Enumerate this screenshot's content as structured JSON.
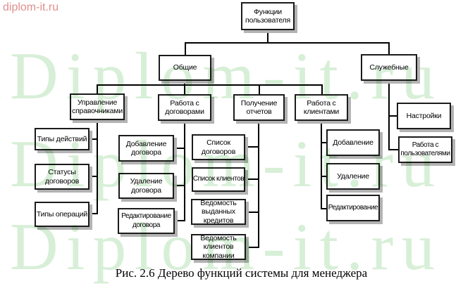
{
  "watermark": {
    "small": "diplom-it.ru",
    "large": "Diplom-it.ru"
  },
  "nodes": {
    "root": "Функции пользователя",
    "general": "Общие",
    "service": "Служебные",
    "manage_refs": "Управление справочниками",
    "contracts": "Работа с договорами",
    "reports": "Получение отчетов",
    "clients": "Работа с клиентами",
    "action_types": "Типы действий",
    "contract_statuses": "Статусы договоров",
    "operation_types": "Типы операций",
    "add_contract": "Добавление договора",
    "delete_contract": "Удаление договора",
    "edit_contract": "Редактирование договора",
    "contract_list": "Список договоров",
    "client_list": "Список клиентов",
    "issued_credits_report": "Ведомость выданных кредитов",
    "company_clients_report": "Ведомость клиентов компании",
    "add_client": "Добавление",
    "delete_client": "Удаление",
    "edit_client": "Редактирование",
    "settings": "Настройки",
    "users": "Работа с пользователями"
  },
  "hierarchy": {
    "root": [
      "general",
      "service"
    ],
    "general": [
      "manage_refs",
      "contracts",
      "reports",
      "clients"
    ],
    "manage_refs": [
      "action_types",
      "contract_statuses",
      "operation_types"
    ],
    "contracts": [
      "add_contract",
      "delete_contract",
      "edit_contract"
    ],
    "reports": [
      "contract_list",
      "client_list",
      "issued_credits_report",
      "company_clients_report"
    ],
    "clients": [
      "add_client",
      "delete_client",
      "edit_client"
    ],
    "service": [
      "settings",
      "users"
    ]
  },
  "caption": "Рис. 2.6 Дерево функций системы для менеджера",
  "colors": {
    "watermark_green": "#d7efd7",
    "watermark_red": "#e08e8e",
    "line": "#000000",
    "box_border": "#1b1b1b",
    "box_shadow_color": "#b3b3b3",
    "bg": "#ffffff"
  }
}
